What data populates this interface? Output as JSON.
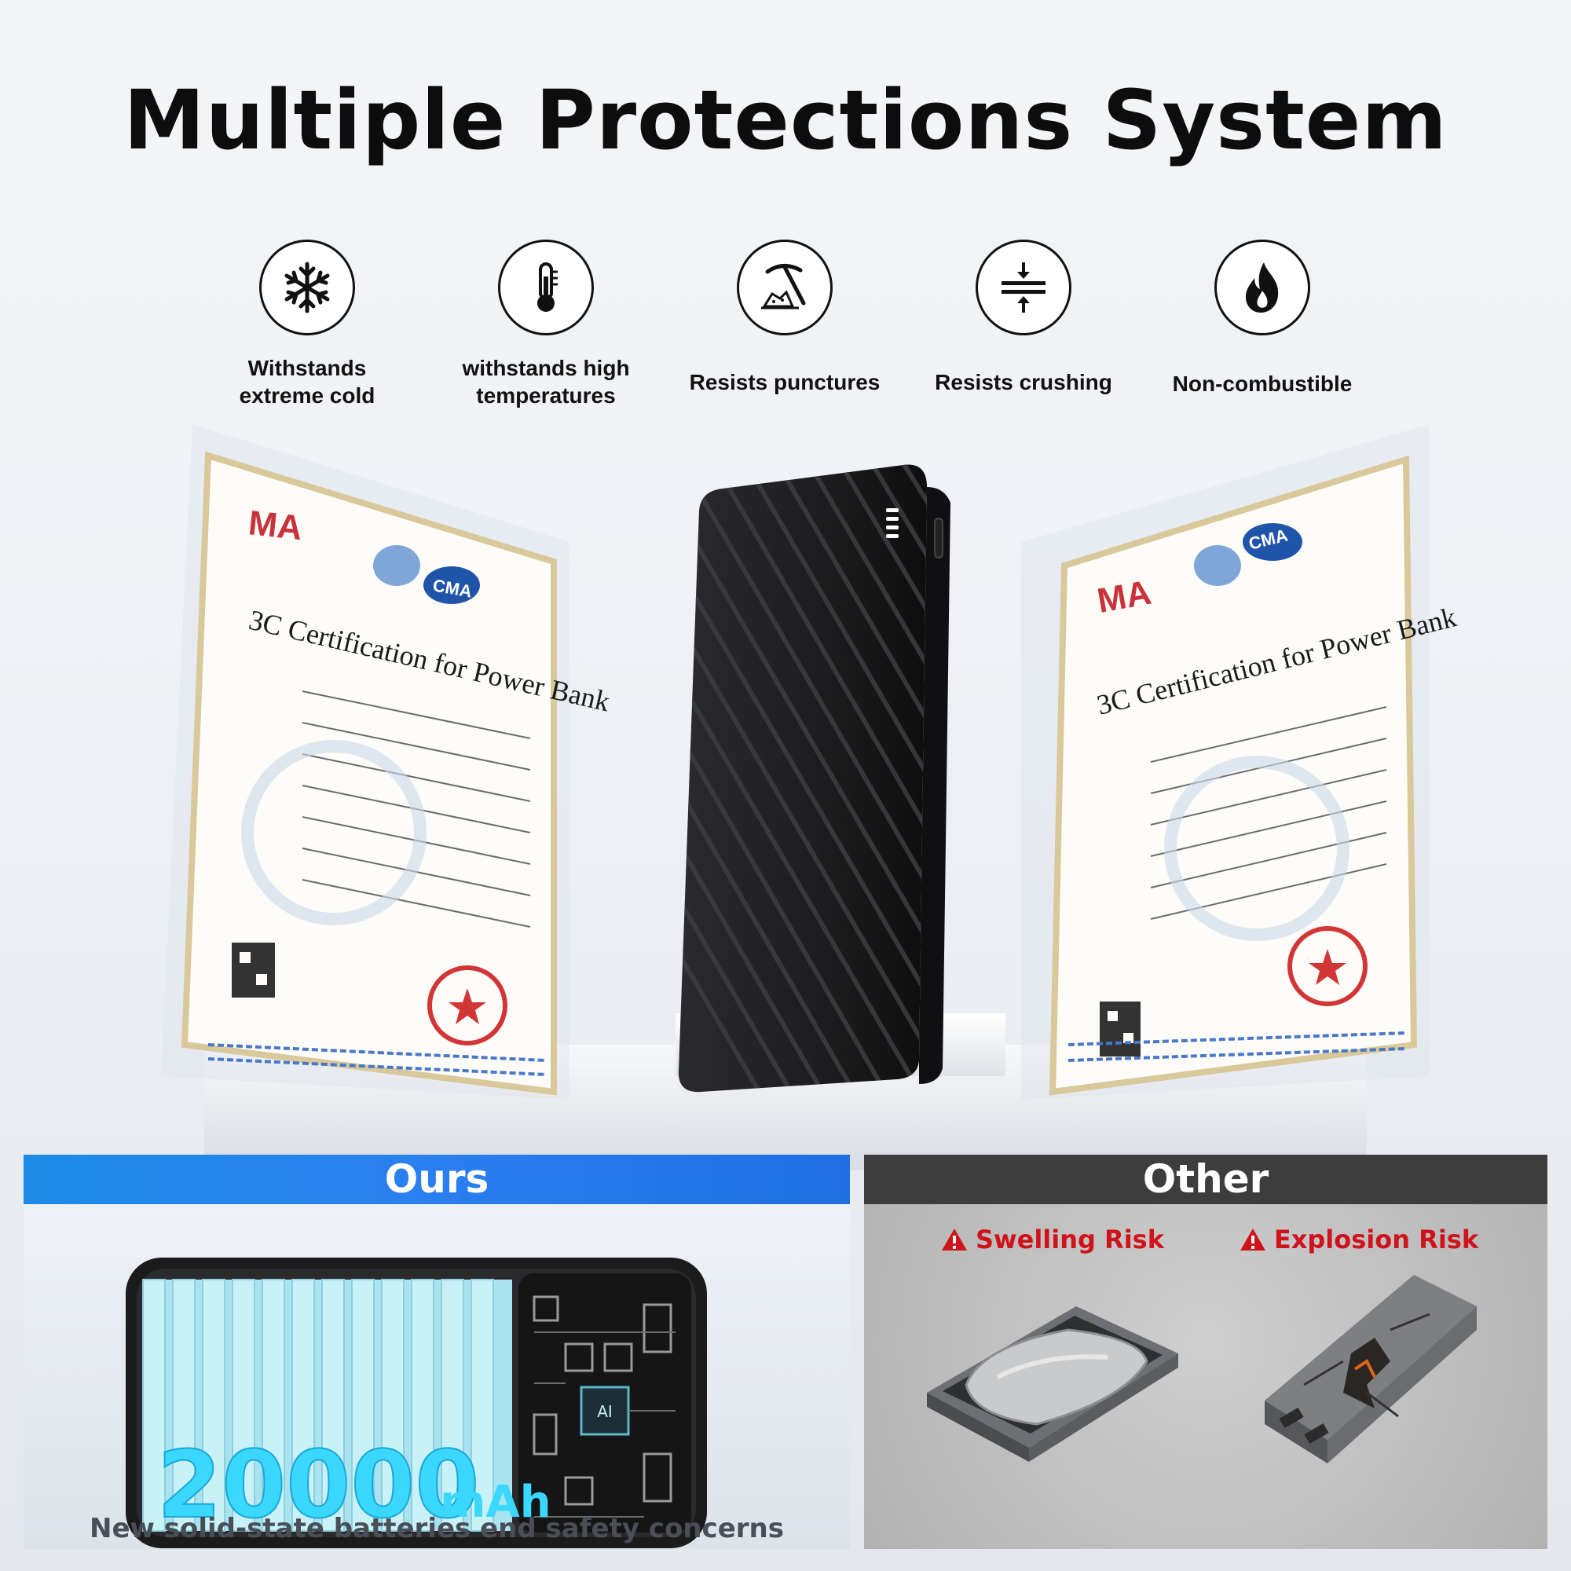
{
  "title": "Multiple Protections System",
  "features": [
    {
      "icon": "snowflake-icon",
      "label": "Withstands\nextreme cold"
    },
    {
      "icon": "thermometer-icon",
      "label": "withstands high\ntemperatures"
    },
    {
      "icon": "pickaxe-icon",
      "label": "Resists punctures"
    },
    {
      "icon": "compress-icon",
      "label": "Resists crushing"
    },
    {
      "icon": "flame-icon",
      "label": "Non-combustible"
    }
  ],
  "certificates": {
    "title": "3C Certification for Power Bank",
    "logo": "MA",
    "badge": "CMA"
  },
  "ours": {
    "header": "Ours",
    "capacity_value": "20000",
    "capacity_unit": "mAh",
    "chip_label": "AI",
    "caption": "New solid-state batteries end safety concerns"
  },
  "other": {
    "header": "Other",
    "risks": [
      {
        "icon": "warning-icon",
        "label": "Swelling Risk"
      },
      {
        "icon": "warning-icon",
        "label": "Explosion Risk"
      }
    ]
  },
  "colors": {
    "ours_blue": "#1d8be6",
    "other_dark": "#3d3d3d",
    "risk_red": "#d0121b",
    "capacity_cyan": "#3ad7ff"
  }
}
